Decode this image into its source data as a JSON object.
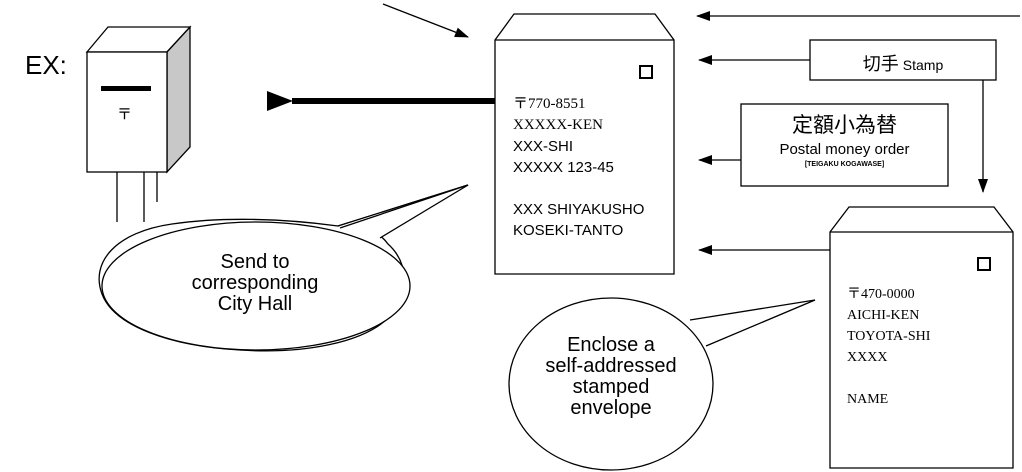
{
  "prefix": "EX:",
  "postbox": {
    "mark": "〒"
  },
  "envelope_main": {
    "postal_code": "〒770-8551",
    "line1": "XXXXX-KEN",
    "line2": "XXX-SHI",
    "line3": "XXXXX 123-45",
    "line4": "XXX SHIYAKUSHO",
    "line5": "KOSEKI-TANTO"
  },
  "stamp_box": {
    "jp": "切手",
    "en": "Stamp"
  },
  "money_order_box": {
    "jp": "定額小為替",
    "en": "Postal money order",
    "romaji": "[TEIGAKU KOGAWASE]"
  },
  "envelope_return": {
    "postal_code": "〒470-0000",
    "line1": "AICHI-KEN",
    "line2": "TOYOTA-SHI",
    "line3": "XXXX",
    "line4": "NAME"
  },
  "bubble_send": [
    "Send to",
    "corresponding",
    "City Hall"
  ],
  "bubble_enclose": [
    "Enclose a",
    "self-addressed",
    "stamped",
    "envelope"
  ]
}
